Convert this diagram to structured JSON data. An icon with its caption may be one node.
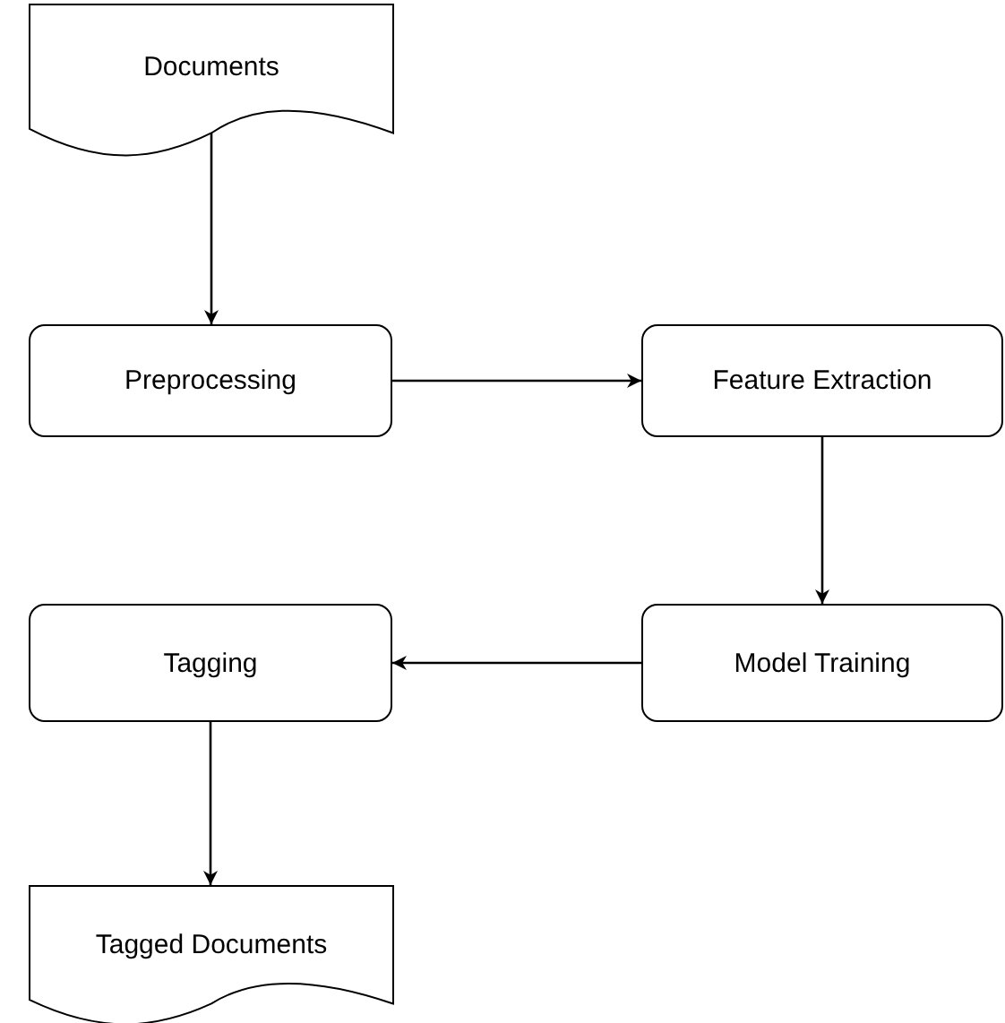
{
  "diagram": {
    "nodes": [
      {
        "text": [
          "Documents"
        ]
      },
      {
        "text": [
          "Preprocessing"
        ]
      },
      {
        "text": [
          "Feature Extraction"
        ]
      },
      {
        "text": [
          "Model Training"
        ]
      },
      {
        "text": [
          "Tagging"
        ]
      },
      {
        "text": [
          "Tagged Documents"
        ]
      }
    ],
    "edges": [
      {
        "from": 0,
        "to": 1,
        "arrow": "to"
      },
      {
        "from": 1,
        "to": 2,
        "arrow": "to"
      },
      {
        "from": 2,
        "to": 3,
        "arrow": "to"
      },
      {
        "from": 3,
        "to": 4,
        "arrow": "to"
      },
      {
        "from": 4,
        "to": 5,
        "arrow": "to"
      }
    ]
  }
}
